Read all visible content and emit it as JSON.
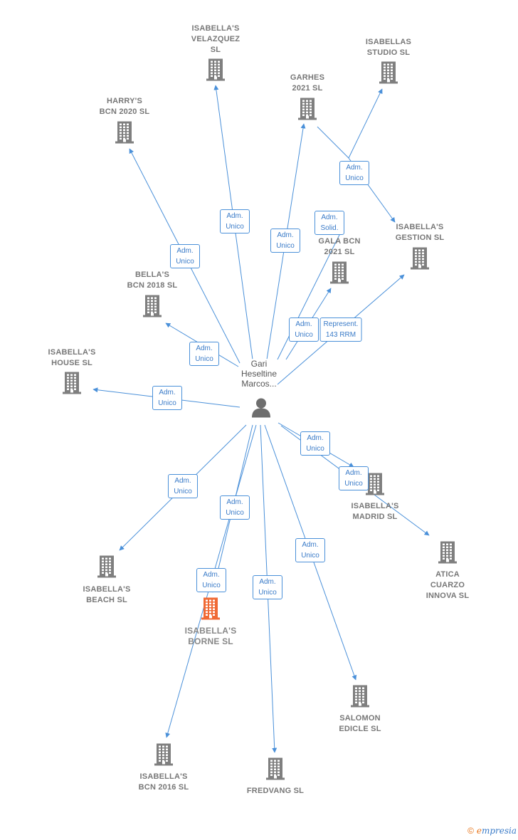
{
  "person": {
    "label": "Gari\nHeseltine\nMarcos..."
  },
  "companies": [
    {
      "id": "velazquez",
      "label": "ISABELLA'S\nVELAZQUEZ\nSL",
      "highlight": false
    },
    {
      "id": "studio",
      "label": "ISABELLAS\nSTUDIO  SL",
      "highlight": false
    },
    {
      "id": "garhes",
      "label": "GARHES\n2021  SL",
      "highlight": false
    },
    {
      "id": "harrys",
      "label": "HARRY'S\nBCN 2020  SL",
      "highlight": false
    },
    {
      "id": "gestion",
      "label": "ISABELLA'S\nGESTION  SL",
      "highlight": false
    },
    {
      "id": "gala",
      "label": "GALA BCN\n2021  SL",
      "highlight": false
    },
    {
      "id": "bella",
      "label": "BELLA'S\nBCN 2018  SL",
      "highlight": false
    },
    {
      "id": "house",
      "label": "ISABELLA'S\nHOUSE  SL",
      "highlight": false
    },
    {
      "id": "madrid",
      "label": "ISABELLA'S\nMADRID  SL",
      "highlight": false
    },
    {
      "id": "atica",
      "label": "ATICA\nCUARZO\nINNOVA  SL",
      "highlight": false
    },
    {
      "id": "beach",
      "label": "ISABELLA'S\nBEACH  SL",
      "highlight": false
    },
    {
      "id": "borne",
      "label": "ISABELLA'S\nBORNE  SL",
      "highlight": true
    },
    {
      "id": "salomon",
      "label": "SALOMON\nEDICLE  SL",
      "highlight": false
    },
    {
      "id": "bcn2016",
      "label": "ISABELLA'S\nBCN 2016  SL",
      "highlight": false
    },
    {
      "id": "fredvang",
      "label": "FREDVANG SL",
      "highlight": false
    }
  ],
  "edges": [
    {
      "to": "velazquez",
      "label": "Adm.\nUnico"
    },
    {
      "to": "garhes",
      "label": "Adm.\nUnico"
    },
    {
      "to": "harrys",
      "label": "Adm.\nUnico"
    },
    {
      "to": "studio",
      "label": "Adm.\nUnico"
    },
    {
      "to": "gala",
      "label": "Adm.\nSolid."
    },
    {
      "to": "gala",
      "label": "Adm.\nUnico"
    },
    {
      "to": "gestion",
      "label": "Represent.\n143 RRM"
    },
    {
      "to": "bella",
      "label": "Adm.\nUnico"
    },
    {
      "to": "house",
      "label": "Adm.\nUnico"
    },
    {
      "to": "madrid",
      "label": "Adm.\nUnico"
    },
    {
      "to": "atica",
      "label": "Adm.\nUnico"
    },
    {
      "to": "beach",
      "label": "Adm.\nUnico"
    },
    {
      "to": "borne",
      "label": "Adm.\nUnico"
    },
    {
      "to": "bcn2016",
      "label": "Adm.\nUnico"
    },
    {
      "to": "fredvang",
      "label": "Adm.\nUnico"
    },
    {
      "to": "salomon",
      "label": "Adm.\nUnico"
    }
  ],
  "colors": {
    "edge": "#4a90d9",
    "building": "#7f7f7f",
    "highlight": "#f06a35",
    "person": "#6e6e6e"
  },
  "footer": {
    "copyright": "©",
    "brand_initial": "e",
    "brand_rest": "mpresia"
  }
}
